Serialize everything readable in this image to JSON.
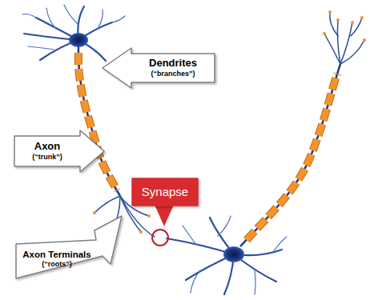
{
  "diagram": {
    "nodes": [
      {
        "text": [
          "Dendrites",
          "(“branches”)"
        ]
      },
      {
        "text": [
          "Axon",
          "(“trunk”)"
        ]
      },
      {
        "text": [
          "Synapse"
        ]
      },
      {
        "text": [
          "Axon Terminals",
          "(“roots”)"
        ]
      }
    ]
  }
}
